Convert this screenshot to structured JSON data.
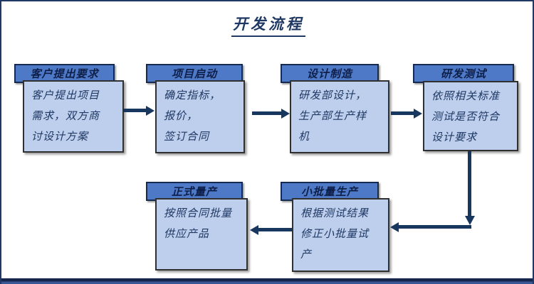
{
  "title": "开发流程",
  "colors": {
    "accent_header_fill": "#4E79C7",
    "body_fill": "#BDCFEC",
    "arrow": "#17375E",
    "text": "#1F3864",
    "frame": "#1F3864"
  },
  "flow": {
    "nodes": [
      {
        "id": "customer-request",
        "header": "客户提出要求",
        "body": "客户提出项目\n需求，双方商\n讨设计方案"
      },
      {
        "id": "project-start",
        "header": "项目启动",
        "body": "确定指标，\n报价，\n签订合同"
      },
      {
        "id": "design-manufacture",
        "header": "设计制造",
        "body": "研发部设计，\n生产部生产样\n机"
      },
      {
        "id": "rd-testing",
        "header": "研发测试",
        "body": "依照相关标准\n测试是否符合\n设计要求"
      },
      {
        "id": "mass-production",
        "header": "正式量产",
        "body": "按照合同批量\n供应产品"
      },
      {
        "id": "small-batch",
        "header": "小批量生产",
        "body": "根据测试结果\n修正小批量试\n产"
      }
    ],
    "edges": [
      "customer-request -> project-start",
      "project-start -> design-manufacture",
      "design-manufacture -> rd-testing",
      "rd-testing -> small-batch",
      "small-batch -> mass-production"
    ]
  }
}
